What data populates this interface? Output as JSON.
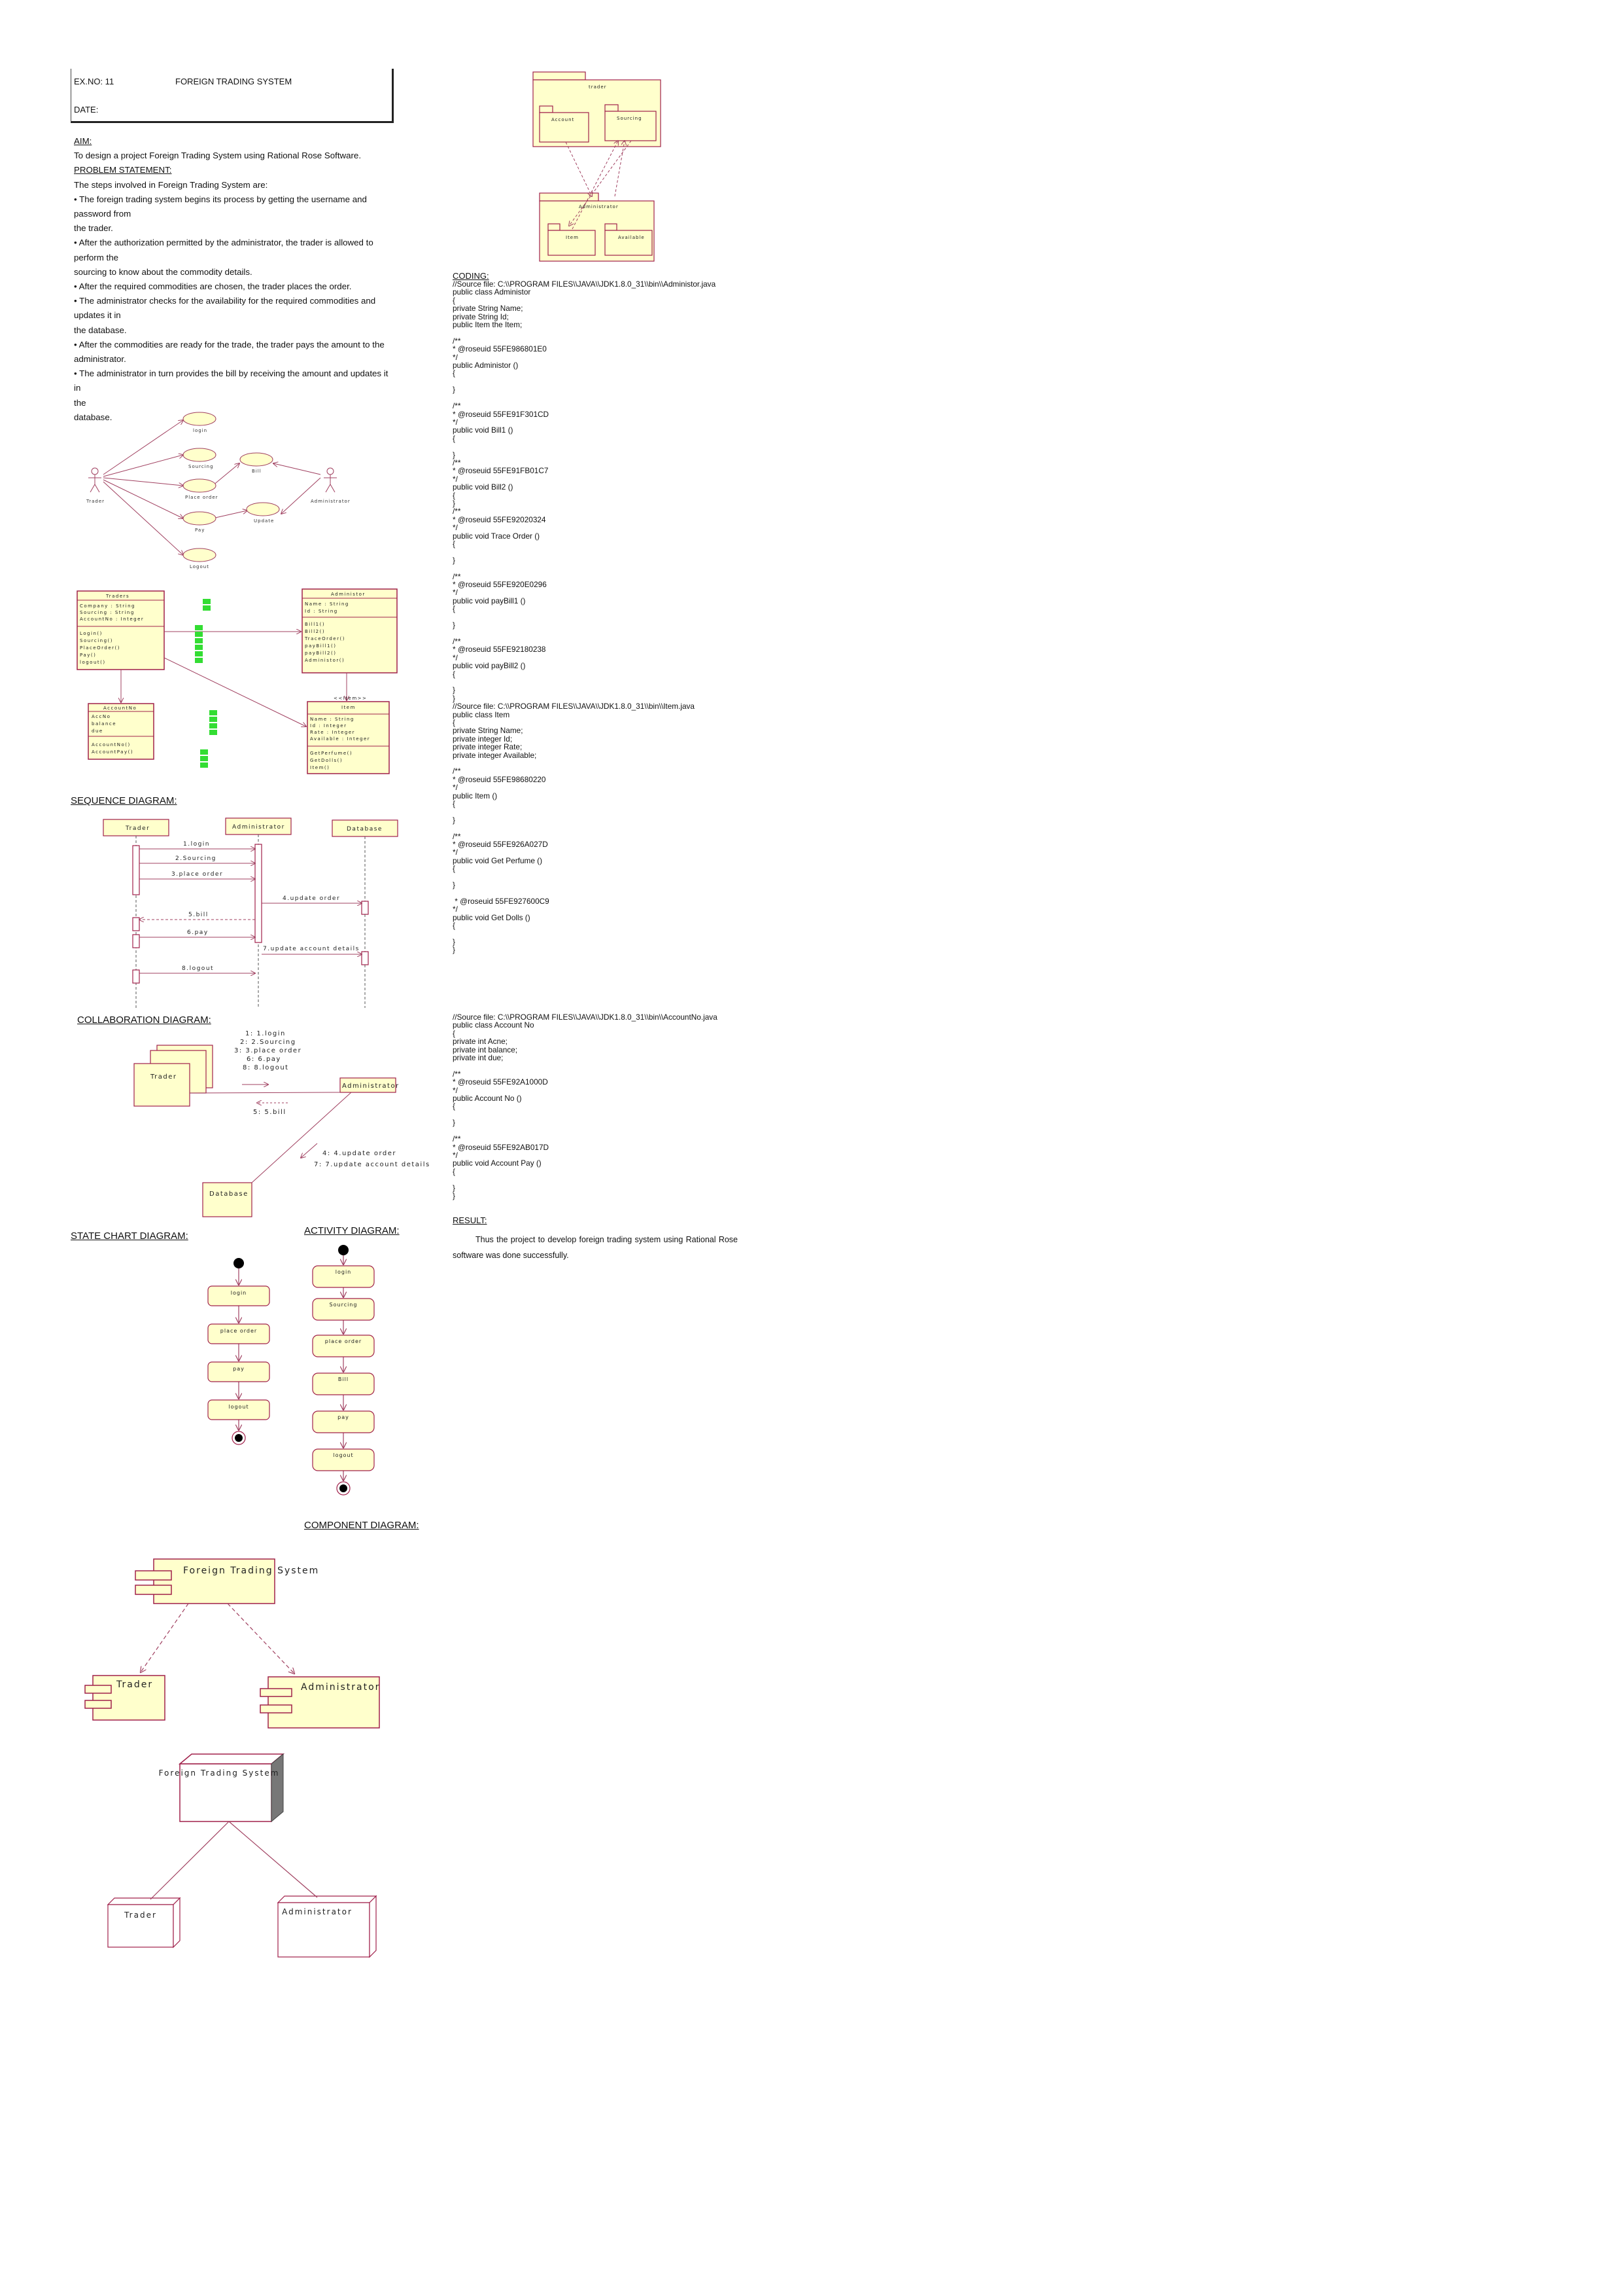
{
  "header": {
    "exno": "EX.NO: 11",
    "title": "FOREIGN TRADING SYSTEM",
    "date": "DATE:"
  },
  "aim": {
    "heading": "AIM:",
    "lines": [
      "To design a project Foreign Trading System using Rational Rose Software.",
      "PROBLEM STATEMENT:",
      "The steps involved in Foreign Trading System are:",
      "• The foreign trading system begins its process by getting the username and",
      "password from",
      "the trader.",
      "• After the authorization permitted by the administrator, the trader is allowed to",
      "perform the",
      "sourcing to know about the commodity details.",
      "• After the required commodities are chosen, the trader places the order.",
      "• The administrator checks for the availability for the required commodities and",
      "updates it in",
      "the database.",
      "• After the commodities are ready for the trade, the trader pays the amount to the",
      "administrator.",
      "• The administrator in turn provides the bill by receiving the amount and updates it in",
      "the",
      "database."
    ]
  },
  "use_case": {
    "actors": [
      "Trader",
      "Administrator"
    ],
    "cases": [
      "login",
      "Sourcing",
      "Place order",
      "Pay",
      "Logout",
      "Bill",
      "Update"
    ]
  },
  "class_diagram": {
    "trader": {
      "name": "Traders",
      "attrs": [
        "Company : String",
        "Sourcing : String",
        "AccountNo : Integer"
      ],
      "ops": [
        "Login()",
        "Sourcing()",
        "PlaceOrder()",
        "Pay()",
        "logout()"
      ]
    },
    "admin": {
      "name": "Administor",
      "attrs": [
        "Name : String",
        "Id : String"
      ],
      "ops": [
        "Bill1()",
        "Bill2()",
        "TraceOrder()",
        "payBill1()",
        "payBill2()",
        "Administor()"
      ]
    },
    "account": {
      "name": "AccountNo",
      "attrs": [
        "AccNo",
        "balance",
        "due"
      ],
      "ops": [
        "AccountNo()",
        "AccountPay()"
      ]
    },
    "item": {
      "stereo": "<<Item>>",
      "name": "Item",
      "attrs": [
        "Name : String",
        "Id : Integer",
        "Rate : Integer",
        "Available : Integer"
      ],
      "ops": [
        "GetPerfume()",
        "GetDolls()",
        "Item()"
      ]
    }
  },
  "sequence": {
    "heading": "SEQUENCE DIAGRAM:",
    "lifelines": [
      "Trader",
      "Administrator",
      "Database"
    ],
    "messages": [
      "1.login",
      "2.Sourcing",
      "3.place order",
      "4.update order",
      "5.bill",
      "6.pay",
      "7.update account details",
      "8.logout"
    ]
  },
  "collaboration": {
    "heading": "COLLABORATION DIAGRAM:",
    "objects": [
      "Trader",
      "Administrator",
      "Database"
    ],
    "messages_top": [
      "1: 1.login",
      "2: 2.Sourcing",
      "3: 3.place order",
      "6: 6.pay",
      "8: 8.logout"
    ],
    "message_back": "5: 5.bill",
    "messages_db": [
      "4: 4.update order",
      "7: 7.update account details"
    ]
  },
  "statechart": {
    "heading": "STATE CHART DIAGRAM:",
    "states": [
      "login",
      "place order",
      "pay",
      "logout"
    ]
  },
  "activity": {
    "heading": "ACTIVITY DIAGRAM:",
    "states": [
      "login",
      "Sourcing",
      "place order",
      "Bill",
      "pay",
      "logout"
    ]
  },
  "component": {
    "heading": "COMPONENT DIAGRAM:",
    "components": [
      "Foreign Trading System",
      "Trader",
      "Administrator"
    ]
  },
  "deployment": {
    "nodes": [
      "Foreign Trading System",
      "Trader",
      "Administrator"
    ]
  },
  "package": {
    "outer": "trader",
    "packages": [
      "Account",
      "Sourcing"
    ],
    "lower": "Administrator",
    "lower_packages": [
      "Item",
      "Available"
    ]
  },
  "coding": {
    "heading": "CODING:",
    "block1": "//Source file: C:\\\\PROGRAM FILES\\\\JAVA\\\\JDK1.8.0_31\\\\bin\\\\Administor.java\npublic class Administor\n{\nprivate String Name;\nprivate String Id;\npublic Item the Item;\n\n/**\n* @roseuid 55FE986801E0\n*/\npublic Administor ()\n{\n\n}\n\n/**\n* @roseuid 55FE91F301CD\n*/\npublic void Bill1 ()\n{\n\n}\n/**\n* @roseuid 55FE91FB01C7\n*/\npublic void Bill2 ()\n{\n}\n/**\n* @roseuid 55FE92020324\n*/\npublic void Trace Order ()\n{\n\n}\n\n/**\n* @roseuid 55FE920E0296\n*/\npublic void payBill1 ()\n{\n\n}\n\n/**\n* @roseuid 55FE92180238\n*/\npublic void payBill2 ()\n{\n\n}\n}\n//Source file: C:\\\\PROGRAM FILES\\\\JAVA\\\\JDK1.8.0_31\\\\bin\\\\Item.java\npublic class Item\n{\nprivate String Name;\nprivate integer Id;\nprivate integer Rate;\nprivate integer Available;\n\n/**\n* @roseuid 55FE98680220\n*/\npublic Item ()\n{\n\n}\n\n/**\n* @roseuid 55FE926A027D\n*/\npublic void Get Perfume ()\n{\n\n}\n\n * @roseuid 55FE927600C9\n*/\npublic void Get Dolls ()\n{\n\n}\n}",
    "block2": "//Source file: C:\\\\PROGRAM FILES\\\\JAVA\\\\JDK1.8.0_31\\\\bin\\\\AccountNo.java\npublic class Account No\n{\nprivate int Acne;\nprivate int balance;\nprivate int due;\n\n/**\n* @roseuid 55FE92A1000D\n*/\npublic Account No ()\n{\n\n}\n\n/**\n* @roseuid 55FE92AB017D\n*/\npublic void Account Pay ()\n{\n\n}\n}"
  },
  "result": {
    "heading": "RESULT:",
    "text": "Thus the project to develop foreign trading system using Rational Rose software was done successfully."
  }
}
